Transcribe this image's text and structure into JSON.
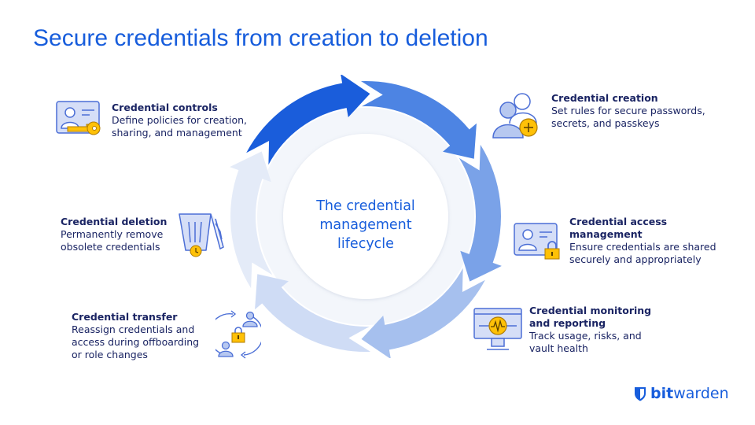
{
  "title": "Secure credentials from creation to deletion",
  "center": {
    "line1": "The credential",
    "line2": "management",
    "line3": "lifecycle"
  },
  "stages": [
    {
      "id": "controls",
      "heading": "Credential controls",
      "desc": [
        "Define policies for creation,",
        "sharing, and management"
      ],
      "icon": "id-card-key-icon"
    },
    {
      "id": "creation",
      "heading": "Credential creation",
      "desc": [
        "Set rules for secure passwords,",
        "secrets, and passkeys"
      ],
      "icon": "users-add-icon"
    },
    {
      "id": "access",
      "heading": [
        "Credential access",
        "management"
      ],
      "desc": [
        "Ensure credentials are shared",
        "securely and appropriately"
      ],
      "icon": "id-card-lock-icon"
    },
    {
      "id": "monitoring",
      "heading": [
        "Credential monitoring",
        "and reporting"
      ],
      "desc": [
        "Track usage, risks, and",
        "vault health"
      ],
      "icon": "monitor-pulse-icon"
    },
    {
      "id": "transfer",
      "heading": "Credential transfer",
      "desc": [
        "Reassign credentials and",
        "access during offboarding",
        "or role changes"
      ],
      "icon": "user-transfer-lock-icon"
    },
    {
      "id": "deletion",
      "heading": "Credential deletion",
      "desc": [
        "Permanently remove",
        "obsolete credentials"
      ],
      "icon": "trash-clock-icon"
    }
  ],
  "logo": {
    "bold": "bit",
    "regular": "warden"
  },
  "colors": {
    "brand_blue": "#175ddc",
    "navy": "#1a2463",
    "icon_fill": "#d5def7",
    "icon_stroke": "#4c6fd6",
    "accent_yellow": "#ffc107"
  }
}
